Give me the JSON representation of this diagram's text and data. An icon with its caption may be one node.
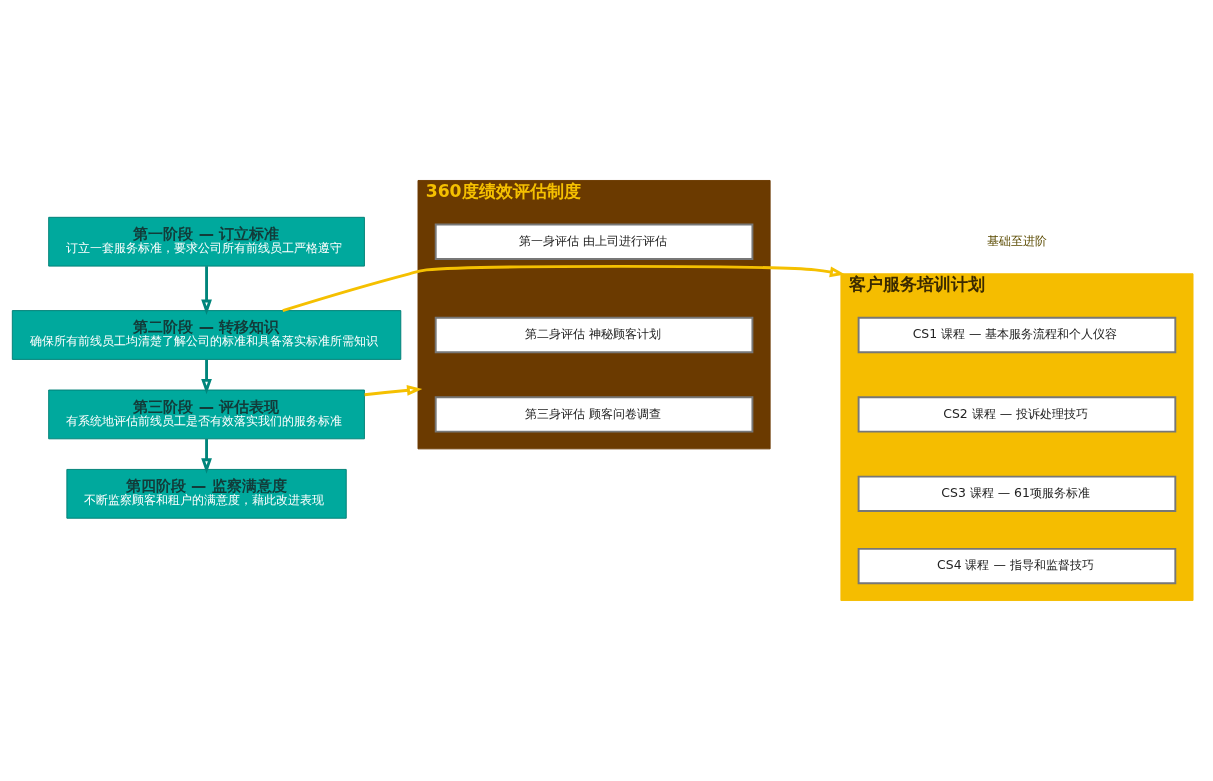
{
  "diagram": {
    "nodes": [
      {
        "text": [
          "第一阶段 — 订立标准",
          "订立一套服务标准，要求公司所有前线员工严格遵守"
        ]
      },
      {
        "text": [
          "第二阶段 — 转移知识",
          "确保所有前线员工均清楚了解公司的标准和具备落实标准所需知识"
        ]
      },
      {
        "text": [
          "第三阶段 — 评估表现",
          "有系统地评估前线员工是否有效落实我们的服务标准"
        ]
      },
      {
        "text": [
          "第四阶段 — 监察满意度",
          "不断监察顾客和租户的满意度，藉此改进表现"
        ]
      },
      {
        "text": [
          "客户服务培训计划"
        ]
      },
      {
        "text": [
          "CS1 课程 — 基本服务流程和个人仪容"
        ],
        "in": 4
      },
      {
        "text": [
          "CS2 课程 — 投诉处理技巧"
        ],
        "in": 4
      },
      {
        "text": [
          "CS3 课程 — 61项服务标准"
        ],
        "in": 4
      },
      {
        "text": [
          "CS4 课程 — 指导和监督技巧"
        ],
        "in": 4
      },
      {
        "text": [
          "360度绩效评估制度"
        ]
      },
      {
        "text": [
          "第一身评估 由上司进行评估"
        ],
        "in": 9
      },
      {
        "text": [
          "第二身评估 神秘顾客计划"
        ],
        "in": 9
      },
      {
        "text": [
          "第三身评估 顾客问卷调查"
        ],
        "in": 9
      }
    ],
    "edges": [
      {
        "from": 0,
        "to": 1,
        "arrow": "to"
      },
      {
        "from": 1,
        "to": 2,
        "arrow": "to"
      },
      {
        "from": 2,
        "to": 3,
        "arrow": "to"
      },
      {
        "from": 1,
        "to": 4,
        "arrow": "to",
        "color": "#f5c000"
      },
      {
        "from": 2,
        "to": 9,
        "arrow": "to",
        "color": "#f5c000"
      }
    ],
    "labels": [
      "基础至进阶"
    ]
  }
}
